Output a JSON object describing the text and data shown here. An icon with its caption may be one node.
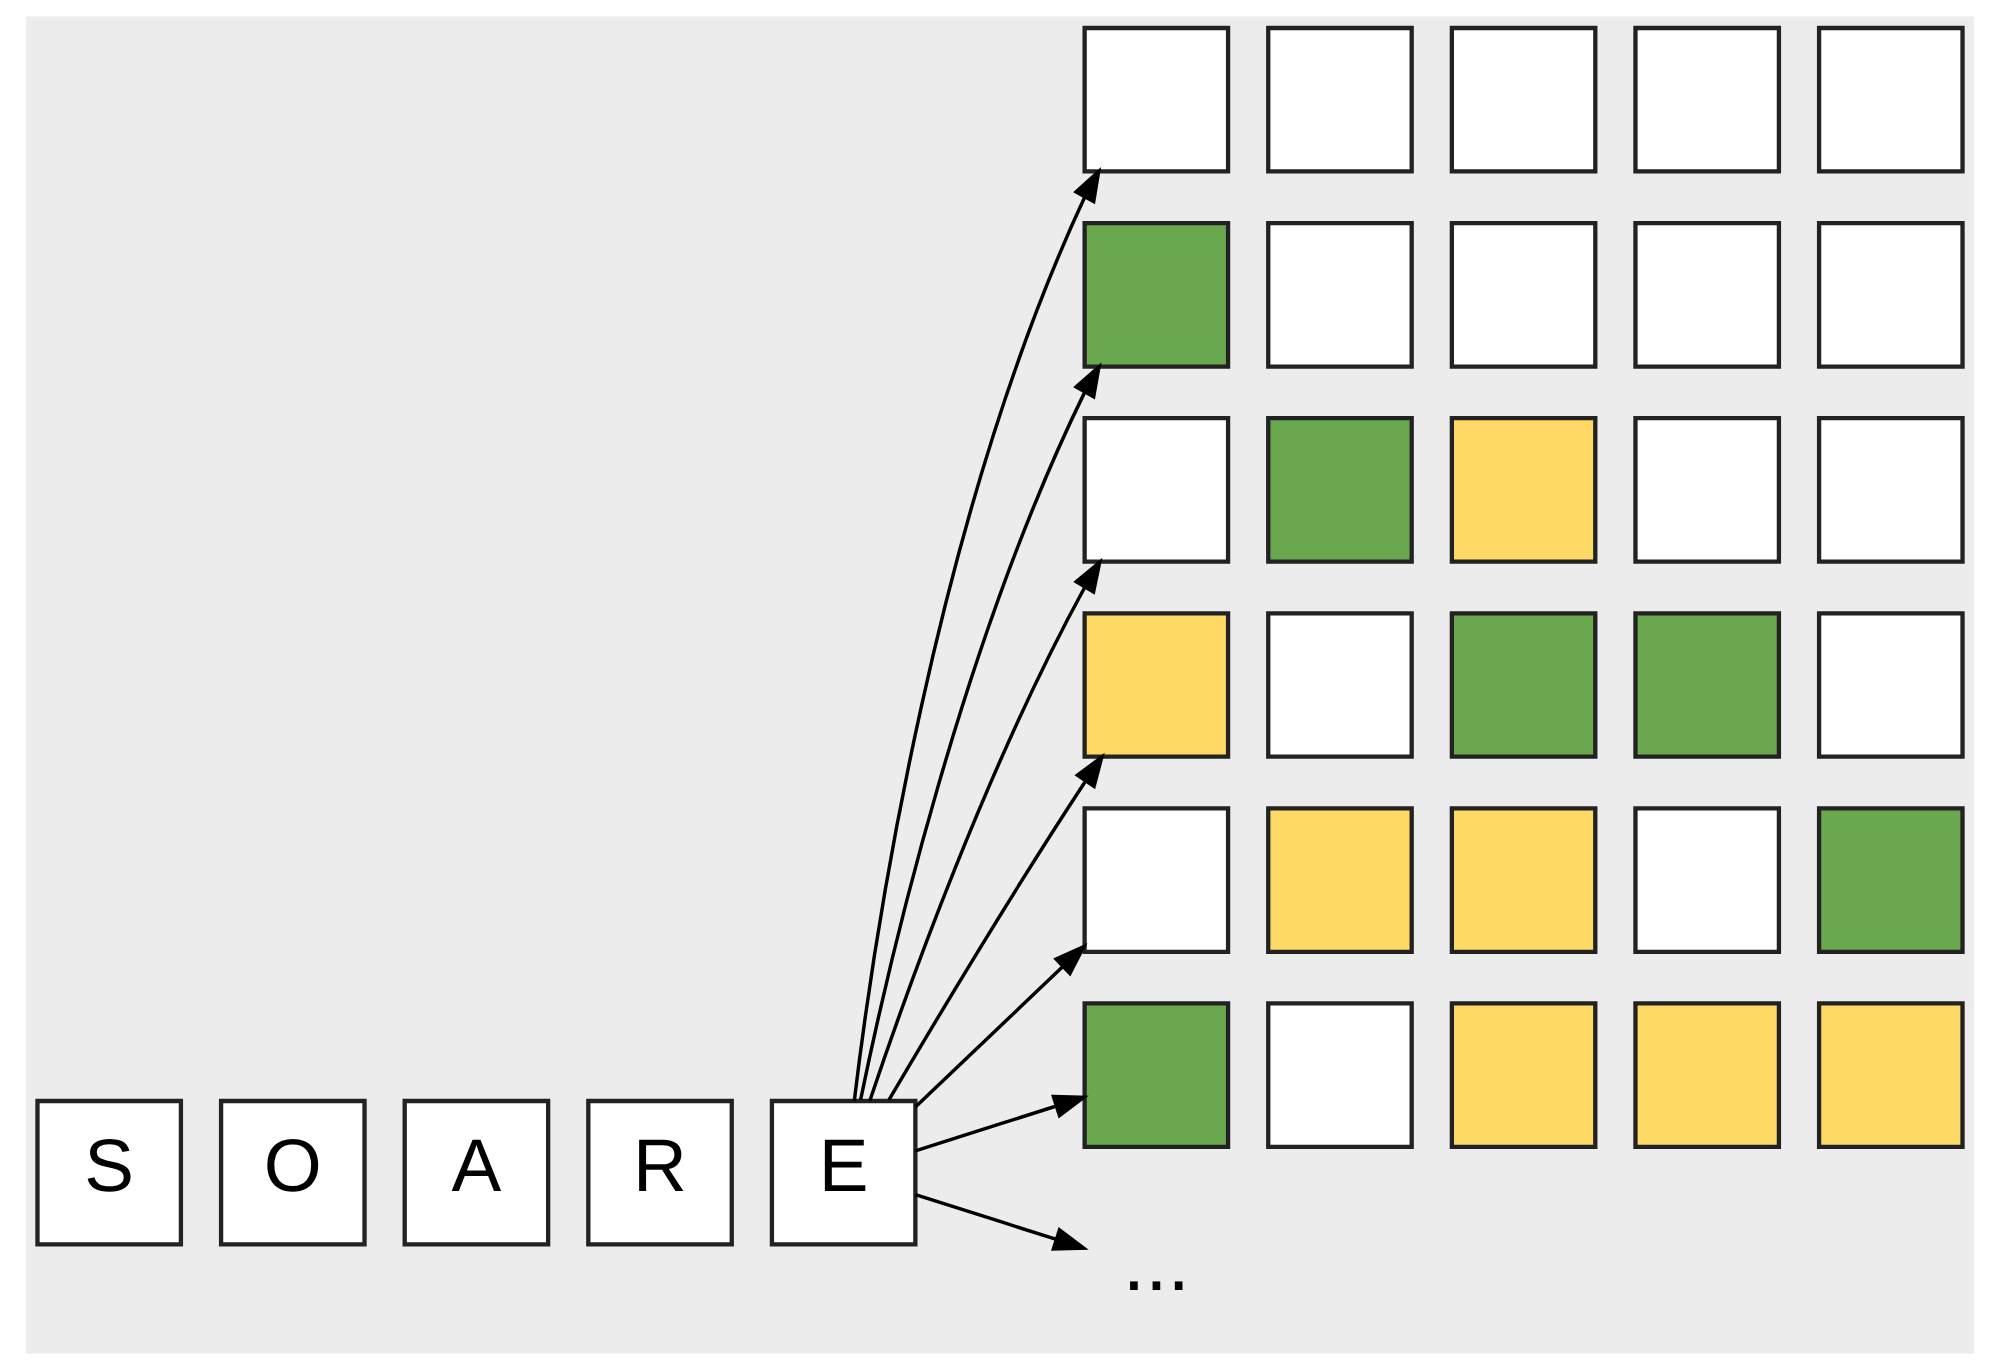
{
  "diagram": {
    "nodes": [
      {
        "text": [
          "S"
        ]
      },
      {
        "text": [
          "O"
        ]
      },
      {
        "text": [
          "A"
        ]
      },
      {
        "text": [
          "R"
        ]
      },
      {
        "text": [
          "E"
        ]
      },
      {
        "text": [],
        "shape": "box"
      },
      {
        "text": [],
        "shape": "box"
      },
      {
        "text": [],
        "shape": "box"
      },
      {
        "text": [],
        "shape": "box"
      },
      {
        "text": [],
        "shape": "box"
      },
      {
        "text": [],
        "shape": "box"
      },
      {
        "text": [],
        "shape": "box"
      },
      {
        "text": [],
        "shape": "box"
      },
      {
        "text": [],
        "shape": "box"
      },
      {
        "text": [],
        "shape": "box"
      },
      {
        "text": [],
        "shape": "box"
      },
      {
        "text": [],
        "shape": "box"
      },
      {
        "text": [],
        "shape": "box"
      },
      {
        "text": [],
        "shape": "box"
      },
      {
        "text": [],
        "shape": "box"
      },
      {
        "text": [],
        "shape": "box"
      },
      {
        "text": [],
        "shape": "box"
      },
      {
        "text": [],
        "shape": "box"
      },
      {
        "text": [],
        "shape": "box"
      },
      {
        "text": [],
        "shape": "box"
      },
      {
        "text": [],
        "shape": "box"
      },
      {
        "text": [],
        "shape": "box"
      },
      {
        "text": [],
        "shape": "box"
      },
      {
        "text": [],
        "shape": "box"
      },
      {
        "text": [],
        "shape": "box"
      },
      {
        "text": [],
        "shape": "box"
      },
      {
        "text": [],
        "shape": "box"
      },
      {
        "text": [],
        "shape": "box"
      },
      {
        "text": [],
        "shape": "box"
      },
      {
        "text": [],
        "shape": "box"
      },
      {
        "text": [
          "..."
        ]
      }
    ],
    "edges": [
      {
        "from": 4,
        "to": 5,
        "arrow": "to"
      },
      {
        "from": 4,
        "to": 10,
        "arrow": "to"
      },
      {
        "from": 4,
        "to": 15,
        "arrow": "to"
      },
      {
        "from": 4,
        "to": 20,
        "arrow": "to"
      },
      {
        "from": 4,
        "to": 25,
        "arrow": "to"
      },
      {
        "from": 4,
        "to": 30,
        "arrow": "to"
      },
      {
        "from": 4,
        "to": 35,
        "arrow": "to"
      }
    ]
  }
}
